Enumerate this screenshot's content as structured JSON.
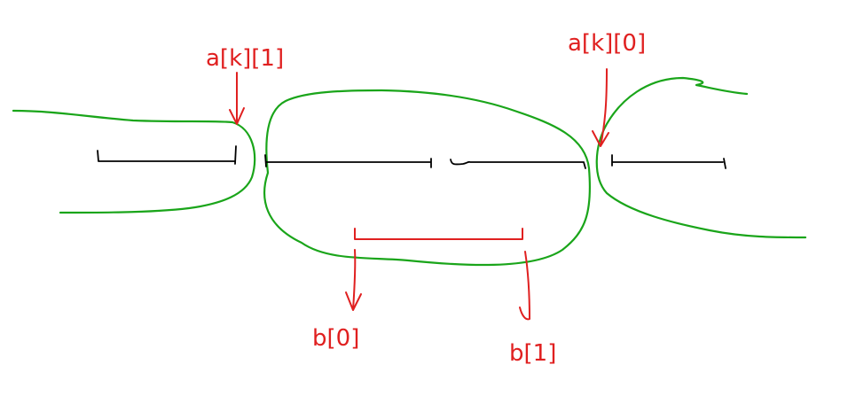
{
  "labels": {
    "a_k_1": "a[k][1]",
    "a_k_0": "a[k][0]",
    "b_0": "b[0]",
    "b_1": "b[1]"
  },
  "colors": {
    "outline": "#1aa51a",
    "segment": "#000000",
    "annotation": "#e02020",
    "background": "#ffffff"
  }
}
